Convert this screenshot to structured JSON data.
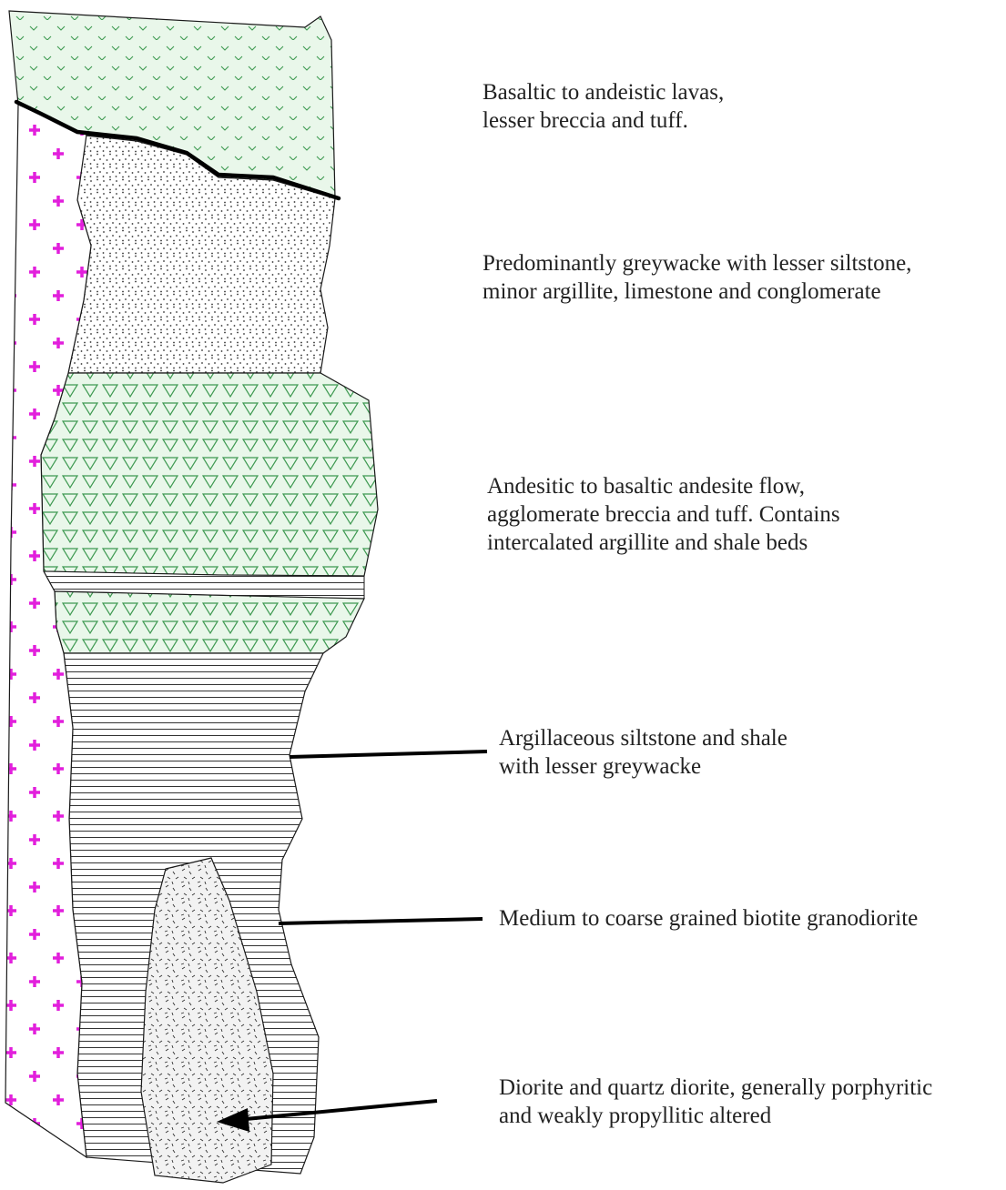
{
  "figure": {
    "units": [
      {
        "id": "lavas",
        "name": "Basaltic to andeistic lavas",
        "lines": [
          "Basaltic to andeistic lavas,",
          "lesser breccia and tuff."
        ]
      },
      {
        "id": "greywacke",
        "name": "Predominantly greywacke",
        "lines": [
          "Predominantly greywacke with lesser siltstone,",
          "minor argillite, limestone and conglomerate"
        ]
      },
      {
        "id": "andesitic",
        "name": "Andesitic to basaltic andesite flow",
        "lines": [
          "Andesitic to basaltic andesite flow,",
          "agglomerate breccia and tuff. Contains",
          "intercalated argillite and shale beds"
        ]
      },
      {
        "id": "siltstone",
        "name": "Argillaceous siltstone and shale",
        "lines": [
          "Argillaceous siltstone and shale",
          "with lesser greywacke"
        ]
      },
      {
        "id": "granodiorite",
        "name": "Medium to coarse grained biotite granodiorite",
        "lines": [
          "Medium to coarse grained biotite granodiorite"
        ]
      },
      {
        "id": "diorite",
        "name": "Diorite and quartz diorite",
        "lines": [
          "Diorite and quartz diorite, generally porphyritic",
          "and weakly propyllitic altered"
        ]
      }
    ],
    "colors": {
      "volcanic_fill": "#e9f7ea",
      "volcanic_symbol": "#3f9a52",
      "granodiorite_cross": "#e21fdc",
      "outline": "#1a1a1a",
      "stipple": "#3a3a3a",
      "text": "#222222"
    }
  }
}
